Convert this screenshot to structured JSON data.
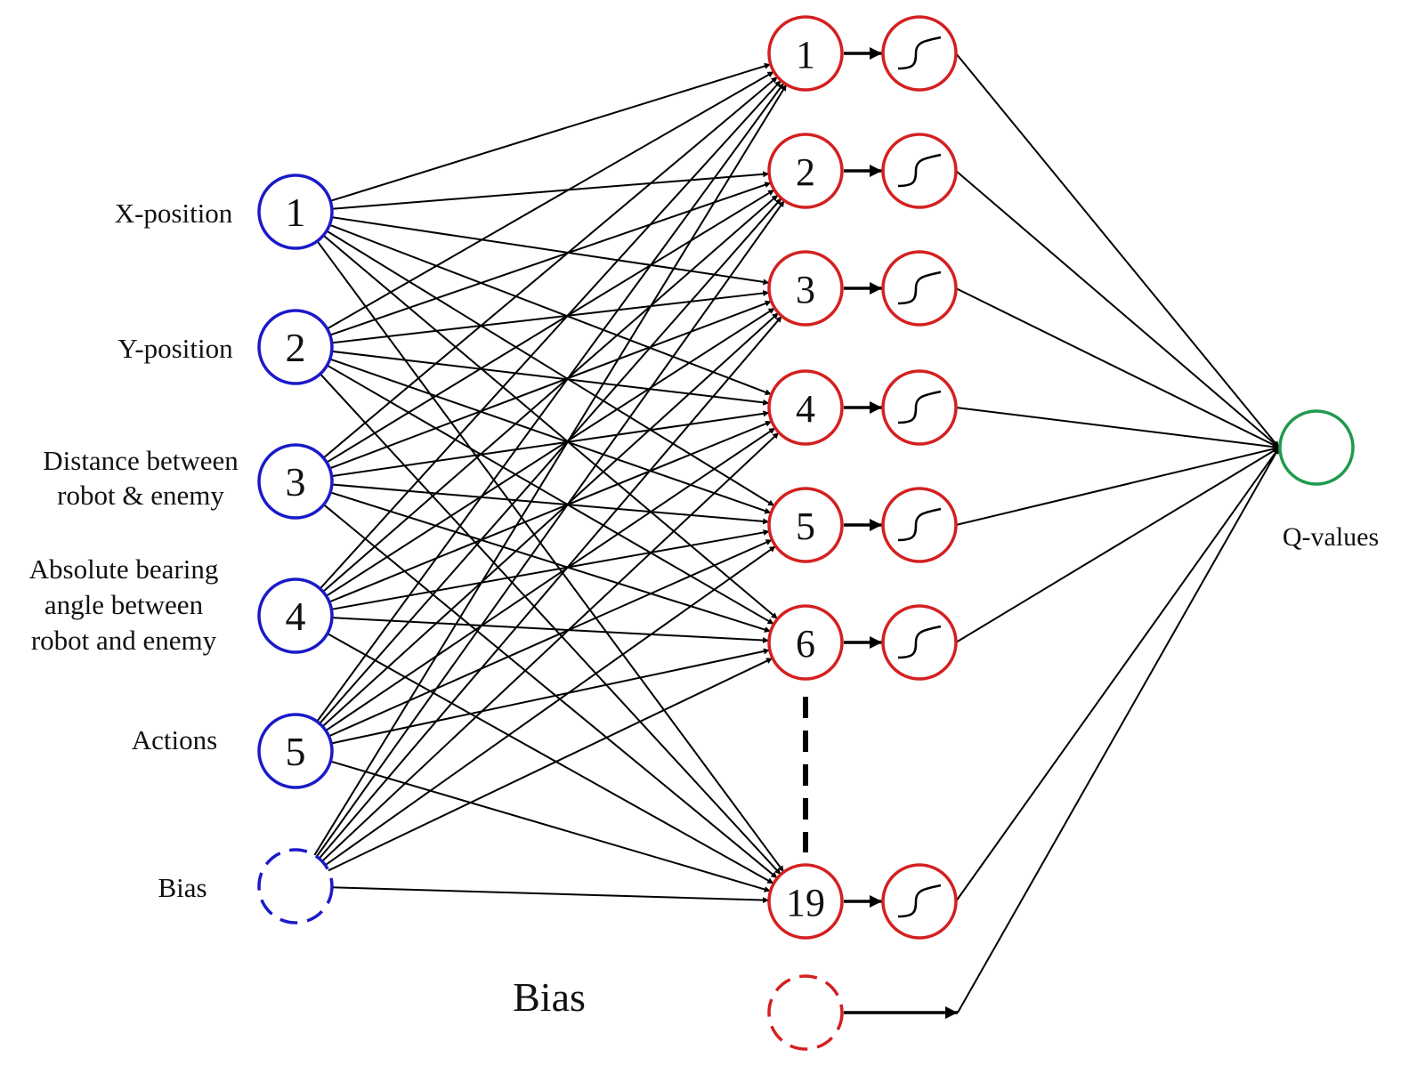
{
  "diagram": {
    "type": "neural-network",
    "colors": {
      "input": "#1a1ac8",
      "hidden": "#d42020",
      "output": "#1f9a4c",
      "edge": "#000000"
    },
    "input_layer": {
      "nodes": [
        {
          "id": "1",
          "label": "X-position"
        },
        {
          "id": "2",
          "label": "Y-position"
        },
        {
          "id": "3",
          "label": "Distance between\nrobot & enemy"
        },
        {
          "id": "4",
          "label": "Absolute bearing\nangle between\nrobot and enemy"
        },
        {
          "id": "5",
          "label": "Actions"
        },
        {
          "id": "",
          "label": "Bias",
          "dashed": true
        }
      ]
    },
    "hidden_layer": {
      "nodes": [
        "1",
        "2",
        "3",
        "4",
        "5",
        "6",
        "19"
      ],
      "ellipsis_between": [
        "6",
        "19"
      ],
      "activation": "sigmoid",
      "bias_label": "Bias"
    },
    "output_layer": {
      "label": "Q-values"
    }
  }
}
